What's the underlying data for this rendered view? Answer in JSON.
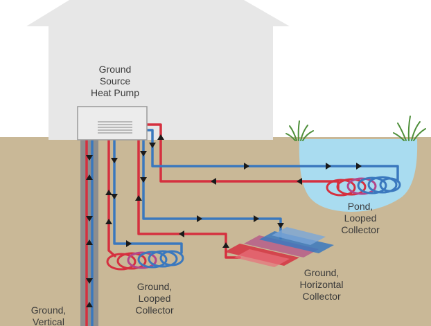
{
  "labels": {
    "heat_pump": [
      "Ground",
      "Source",
      "Heat Pump"
    ],
    "pond": [
      "Pond,",
      "Looped",
      "Collector"
    ],
    "horizontal": [
      "Ground,",
      "Horizontal",
      "Collector"
    ],
    "looped": [
      "Ground,",
      "Looped",
      "Collector"
    ],
    "vertical": [
      "Ground,",
      "Vertical"
    ]
  },
  "colors": {
    "sky": "#ffffff",
    "soil": "#c9b897",
    "house": "#e7e7e7",
    "pump_body": "#ececec",
    "pump_border": "#9a9a9a",
    "pond_water": "#a9dcf0",
    "pipe_red": "#d5303f",
    "pipe_blue": "#3a78be",
    "borehole": "#8e8e8e",
    "grass": "#4e8f3a",
    "text": "#3a3a3a"
  },
  "icons": [
    "heat-pump-unit-icon",
    "grass-icon",
    "flow-arrow-icon"
  ]
}
